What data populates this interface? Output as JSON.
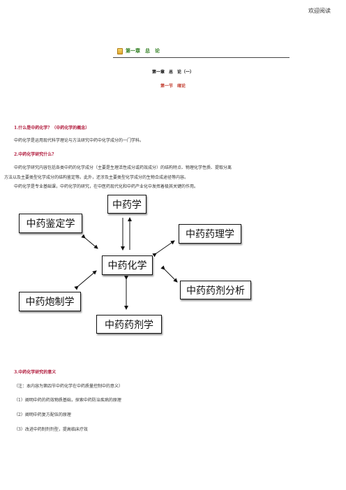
{
  "header": {
    "welcome": "欢迎阅读"
  },
  "chapter": {
    "title": "第一章　总　论",
    "subtitle": "第一章　总　论（一）",
    "section": "第一节　绪论"
  },
  "q1": {
    "heading": "1.什么是中药化学？（中药化学的概念）",
    "text": "中药化学是运用现代科学理论与方法研究中药中化学成分的一门学科。"
  },
  "q2": {
    "heading": "2.中药化学研究什么？",
    "text1": "中药化学研究内容包括各类中药的化学成分（主要是生理活性成分或药效成分）的结构特点、物理化学性质、提取分离",
    "text2": "方法以及主要类型化学成分的结构鉴定等。此外，还涉及主要类型化学成分的生物合成途径等内容。",
    "text3": "中药化学是专业基础课，中药化学的研究，在中医药现代化和中药产业化中发挥着极其关键的作用。"
  },
  "diagram": {
    "center": "中药化学",
    "top": "中药学",
    "left_top": "中药鉴定学",
    "right_top": "中药药理学",
    "right_bottom": "中药药剂分析",
    "left_bottom": "中药炮制学",
    "bottom": "中药药剂学"
  },
  "q3": {
    "heading": "3.中药化学研究的意义",
    "note": "（注：本内容为第四节中药化学在中药质量控制中的意义）",
    "items": [
      "（1）阐明中药的药效物质基础，探索中药防治疾病的原理",
      "（2）阐明中药复方配伍的原理",
      "（3）改进中药制剂剂型，提高临床疗效"
    ]
  }
}
